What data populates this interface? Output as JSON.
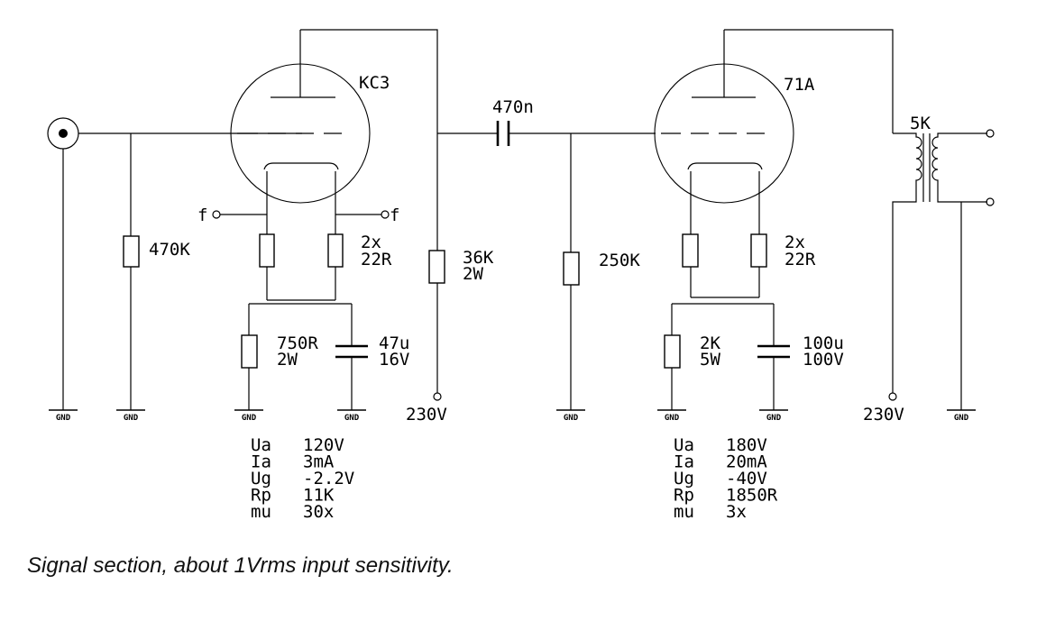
{
  "caption": "Signal section, about 1Vrms input sensitivity.",
  "tube1": {
    "name": "KC3",
    "filament_left": "f",
    "filament_right": "f",
    "grid_stop": [
      "2x",
      "22R"
    ],
    "grid_leak": "470K",
    "cathode_resistor": [
      "750R",
      "2W"
    ],
    "cathode_cap": [
      "47u",
      "16V"
    ],
    "plate_resistor": [
      "36K",
      "2W"
    ],
    "supply": "230V",
    "params": [
      {
        "label": "Ua",
        "value": "120V"
      },
      {
        "label": "Ia",
        "value": "3mA"
      },
      {
        "label": "Ug",
        "value": "-2.2V"
      },
      {
        "label": "Rp",
        "value": "11K"
      },
      {
        "label": "mu",
        "value": "30x"
      }
    ]
  },
  "coupling_cap": "470n",
  "tube2": {
    "name": "71A",
    "grid_leak": "250K",
    "grid_stop": [
      "2x",
      "22R"
    ],
    "cathode_resistor": [
      "2K",
      "5W"
    ],
    "cathode_cap": [
      "100u",
      "100V"
    ],
    "transformer": "5K",
    "supply": "230V",
    "params": [
      {
        "label": "Ua",
        "value": "180V"
      },
      {
        "label": "Ia",
        "value": "20mA"
      },
      {
        "label": "Ug",
        "value": "-40V"
      },
      {
        "label": "Rp",
        "value": "1850R"
      },
      {
        "label": "mu",
        "value": "3x"
      }
    ]
  },
  "ground_label": "GND"
}
